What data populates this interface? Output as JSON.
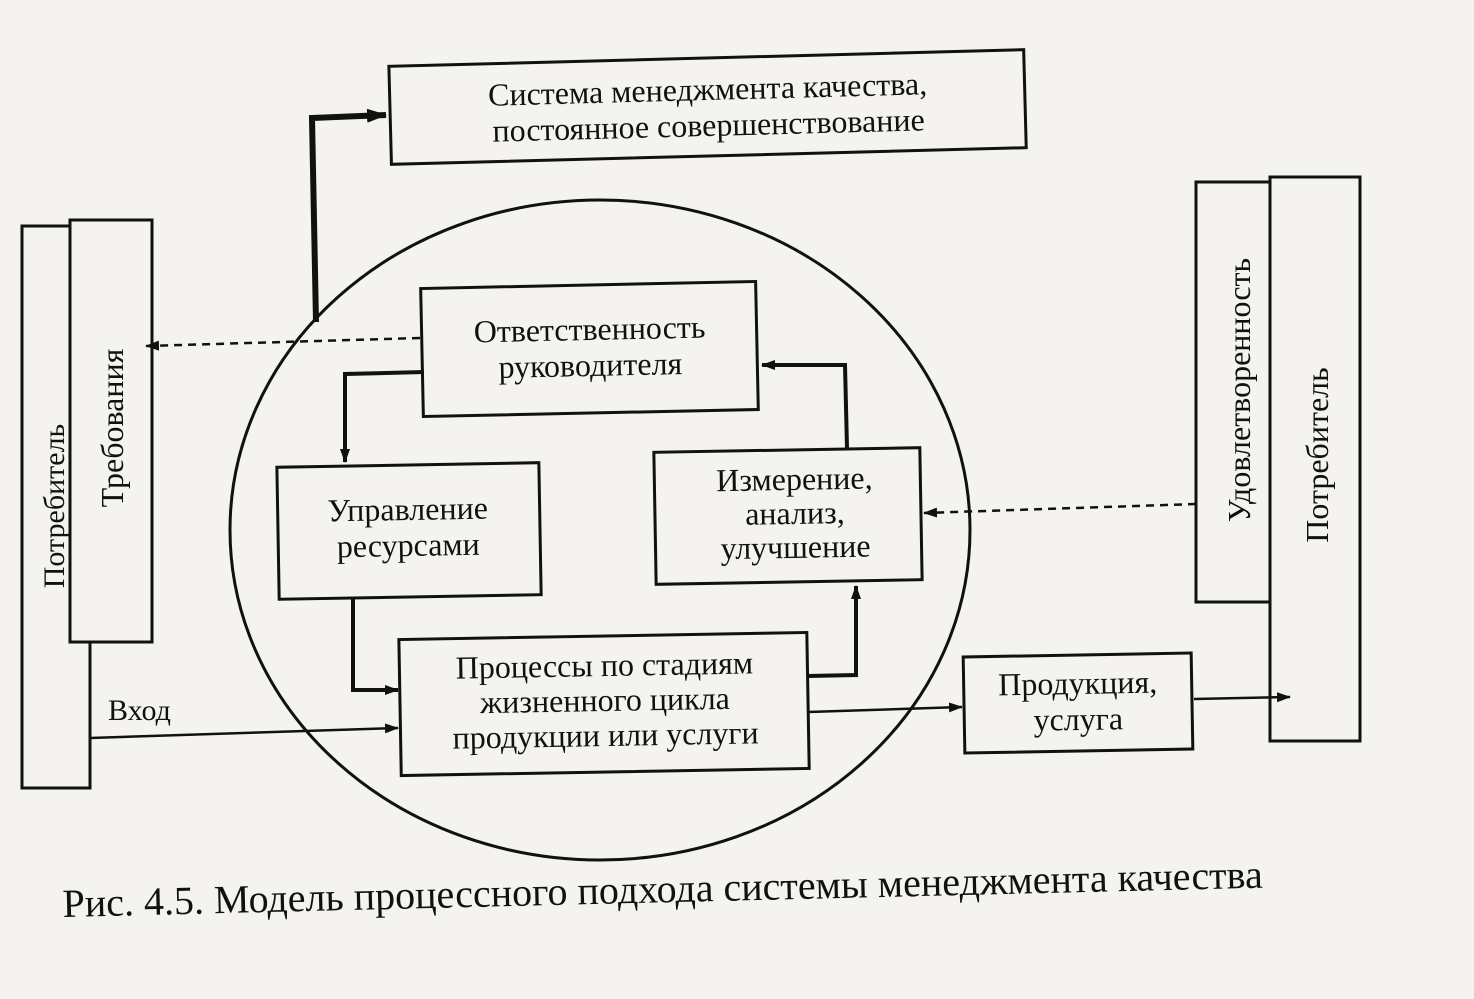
{
  "boxes": {
    "qms": [
      "Система менеджмента качества,",
      "постоянное совершенствование"
    ],
    "responsibility": [
      "Ответственность",
      "руководителя"
    ],
    "resources": [
      "Управление",
      "ресурсами"
    ],
    "measurement": [
      "Измерение,",
      "анализ,",
      "улучшение"
    ],
    "processes": [
      "Процессы по стадиям",
      "жизненного цикла",
      "продукции или услуги"
    ],
    "product": [
      "Продукция,",
      "услуга"
    ]
  },
  "left_panel": {
    "outer": "Потребитель",
    "inner": "Требования"
  },
  "right_panel": {
    "inner": "Удовлетворенность",
    "outer": "Потребитель"
  },
  "input_label": "Вход",
  "caption": "Рис. 4.5. Модель процессного подхода системы менеджмента качества"
}
